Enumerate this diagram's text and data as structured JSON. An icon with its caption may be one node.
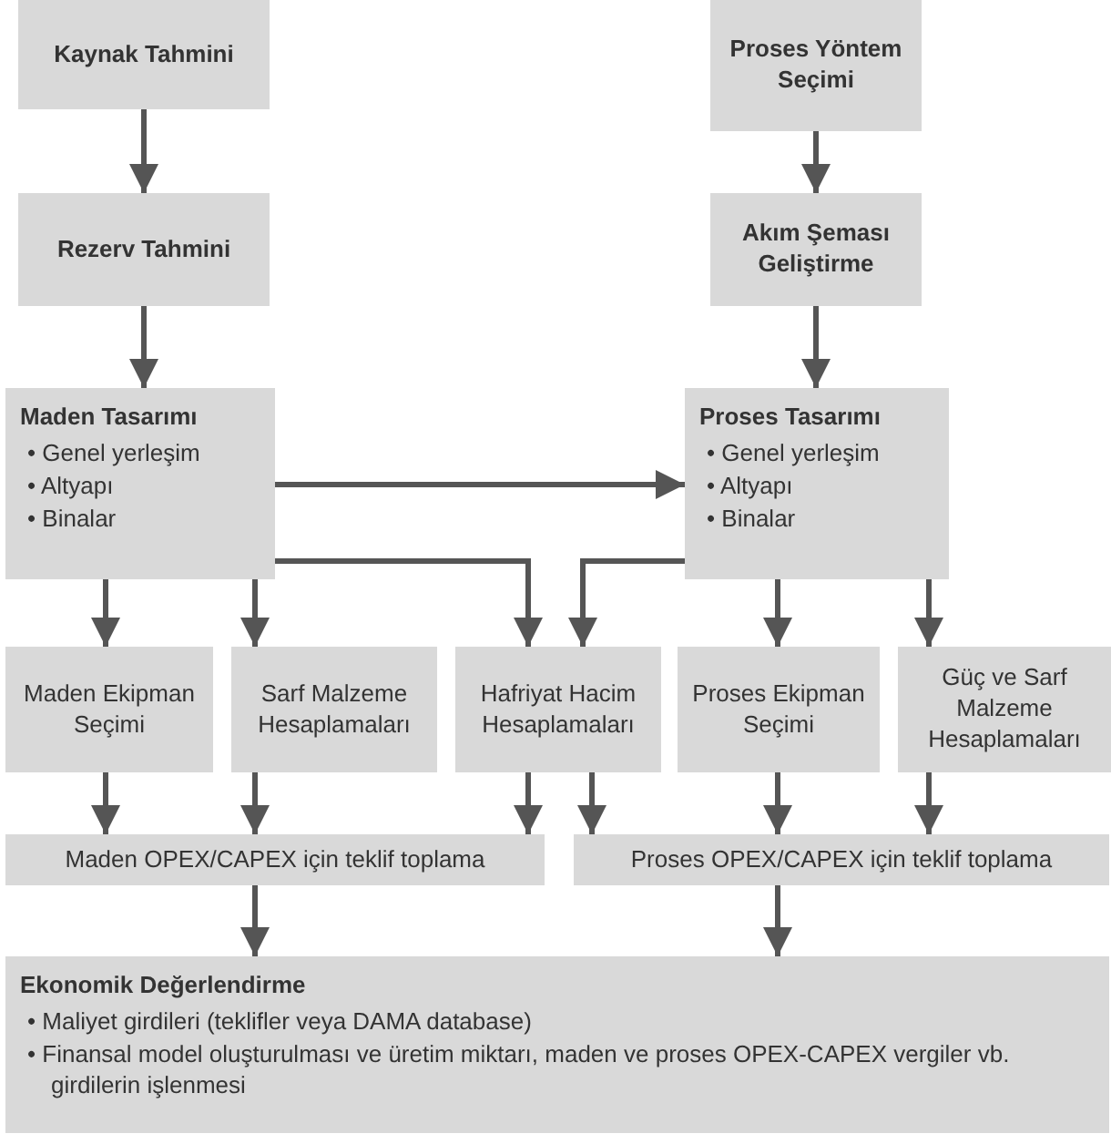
{
  "diagram": {
    "nodes": [
      {
        "text": [
          "Kaynak Tahmini"
        ]
      },
      {
        "text": [
          "Rezerv Tahmini"
        ]
      },
      {
        "text": [
          "Maden Tasarımı",
          "• Genel yerleşim",
          "• Altyapı",
          "• Binalar"
        ]
      },
      {
        "text": [
          "Proses Yöntem Seçimi"
        ]
      },
      {
        "text": [
          "Akım Şeması Geliştirme"
        ]
      },
      {
        "text": [
          "Proses Tasarımı",
          "• Genel yerleşim",
          "• Altyapı",
          "• Binalar"
        ]
      },
      {
        "text": [
          "Maden Ekipman Seçimi"
        ]
      },
      {
        "text": [
          "Sarf Malzeme Hesaplamaları"
        ]
      },
      {
        "text": [
          "Hafriyat Hacim Hesaplamaları"
        ]
      },
      {
        "text": [
          "Proses Ekipman Seçimi"
        ]
      },
      {
        "text": [
          "Güç ve Sarf Malzeme Hesaplamaları"
        ]
      },
      {
        "text": [
          "Maden OPEX/CAPEX için teklif toplama"
        ]
      },
      {
        "text": [
          "Proses OPEX/CAPEX için teklif toplama"
        ]
      },
      {
        "text": [
          "Ekonomik Değerlendirme",
          "• Maliyet girdileri (teklifler veya DAMA database)",
          "• Finansal model oluşturulması ve üretim miktarı, maden ve proses OPEX-CAPEX vergiler vb. girdilerin işlenmesi"
        ]
      }
    ],
    "edges": [
      {
        "from": 0,
        "to": 1,
        "arrow": "to"
      },
      {
        "from": 1,
        "to": 2,
        "arrow": "to"
      },
      {
        "from": 3,
        "to": 4,
        "arrow": "to"
      },
      {
        "from": 4,
        "to": 5,
        "arrow": "to"
      },
      {
        "from": 2,
        "to": 5,
        "arrow": "to"
      },
      {
        "from": 2,
        "to": 6,
        "arrow": "to"
      },
      {
        "from": 2,
        "to": 7,
        "arrow": "to"
      },
      {
        "from": 2,
        "to": 8,
        "arrow": "to"
      },
      {
        "from": 5,
        "to": 8,
        "arrow": "to"
      },
      {
        "from": 5,
        "to": 9,
        "arrow": "to"
      },
      {
        "from": 5,
        "to": 10,
        "arrow": "to"
      },
      {
        "from": 6,
        "to": 11,
        "arrow": "to"
      },
      {
        "from": 7,
        "to": 11,
        "arrow": "to"
      },
      {
        "from": 8,
        "to": 11,
        "arrow": "to"
      },
      {
        "from": 8,
        "to": 12,
        "arrow": "to"
      },
      {
        "from": 9,
        "to": 12,
        "arrow": "to"
      },
      {
        "from": 10,
        "to": 12,
        "arrow": "to"
      },
      {
        "from": 11,
        "to": 13,
        "arrow": "to"
      },
      {
        "from": 12,
        "to": 13,
        "arrow": "to"
      }
    ]
  }
}
